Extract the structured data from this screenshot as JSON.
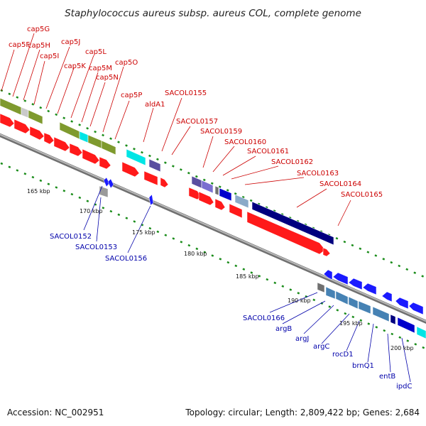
{
  "title": "Staphylococcus aureus subsp. aureus COL, complete genome",
  "footer": {
    "accession": "Accession: NC_002951",
    "summary": "Topology: circular; Length: 2,809,422 bp; Genes: 2,684"
  },
  "colors": {
    "forward_gene": "#ff1a1a",
    "reverse_gene": "#1a1aff",
    "backbone": "#8c8c8c",
    "tick": "#1a8c1a",
    "label_forward": "#cc0000",
    "label_reverse": "#0000aa",
    "cog_green": "#7f9a2e",
    "cog_cyan": "#00e5e5",
    "cog_purple": "#5a4fa0",
    "cog_navy": "#00007f",
    "cog_steel": "#4682b4"
  },
  "kbp_labels": [
    "165 kbp",
    "170 kbp",
    "175 kbp",
    "180 kbp",
    "185 kbp",
    "190 kbp",
    "195 kbp",
    "200 kbp"
  ],
  "forward_labels": [
    "cap5F",
    "cap5G",
    "cap5H",
    "cap5I",
    "cap5J",
    "cap5K",
    "cap5L",
    "cap5M",
    "cap5N",
    "cap5O",
    "cap5P",
    "aldA1",
    "SACOL0155",
    "SACOL0157",
    "SACOL0159",
    "SACOL0160",
    "SACOL0161",
    "SACOL0162",
    "SACOL0163",
    "SACOL0164",
    "SACOL0165"
  ],
  "reverse_labels": [
    "SACOL0152",
    "SACOL0153",
    "SACOL0156",
    "SACOL0166",
    "argB",
    "argJ",
    "argC",
    "rocD1",
    "brnQ1",
    "entB",
    "ipdC"
  ]
}
